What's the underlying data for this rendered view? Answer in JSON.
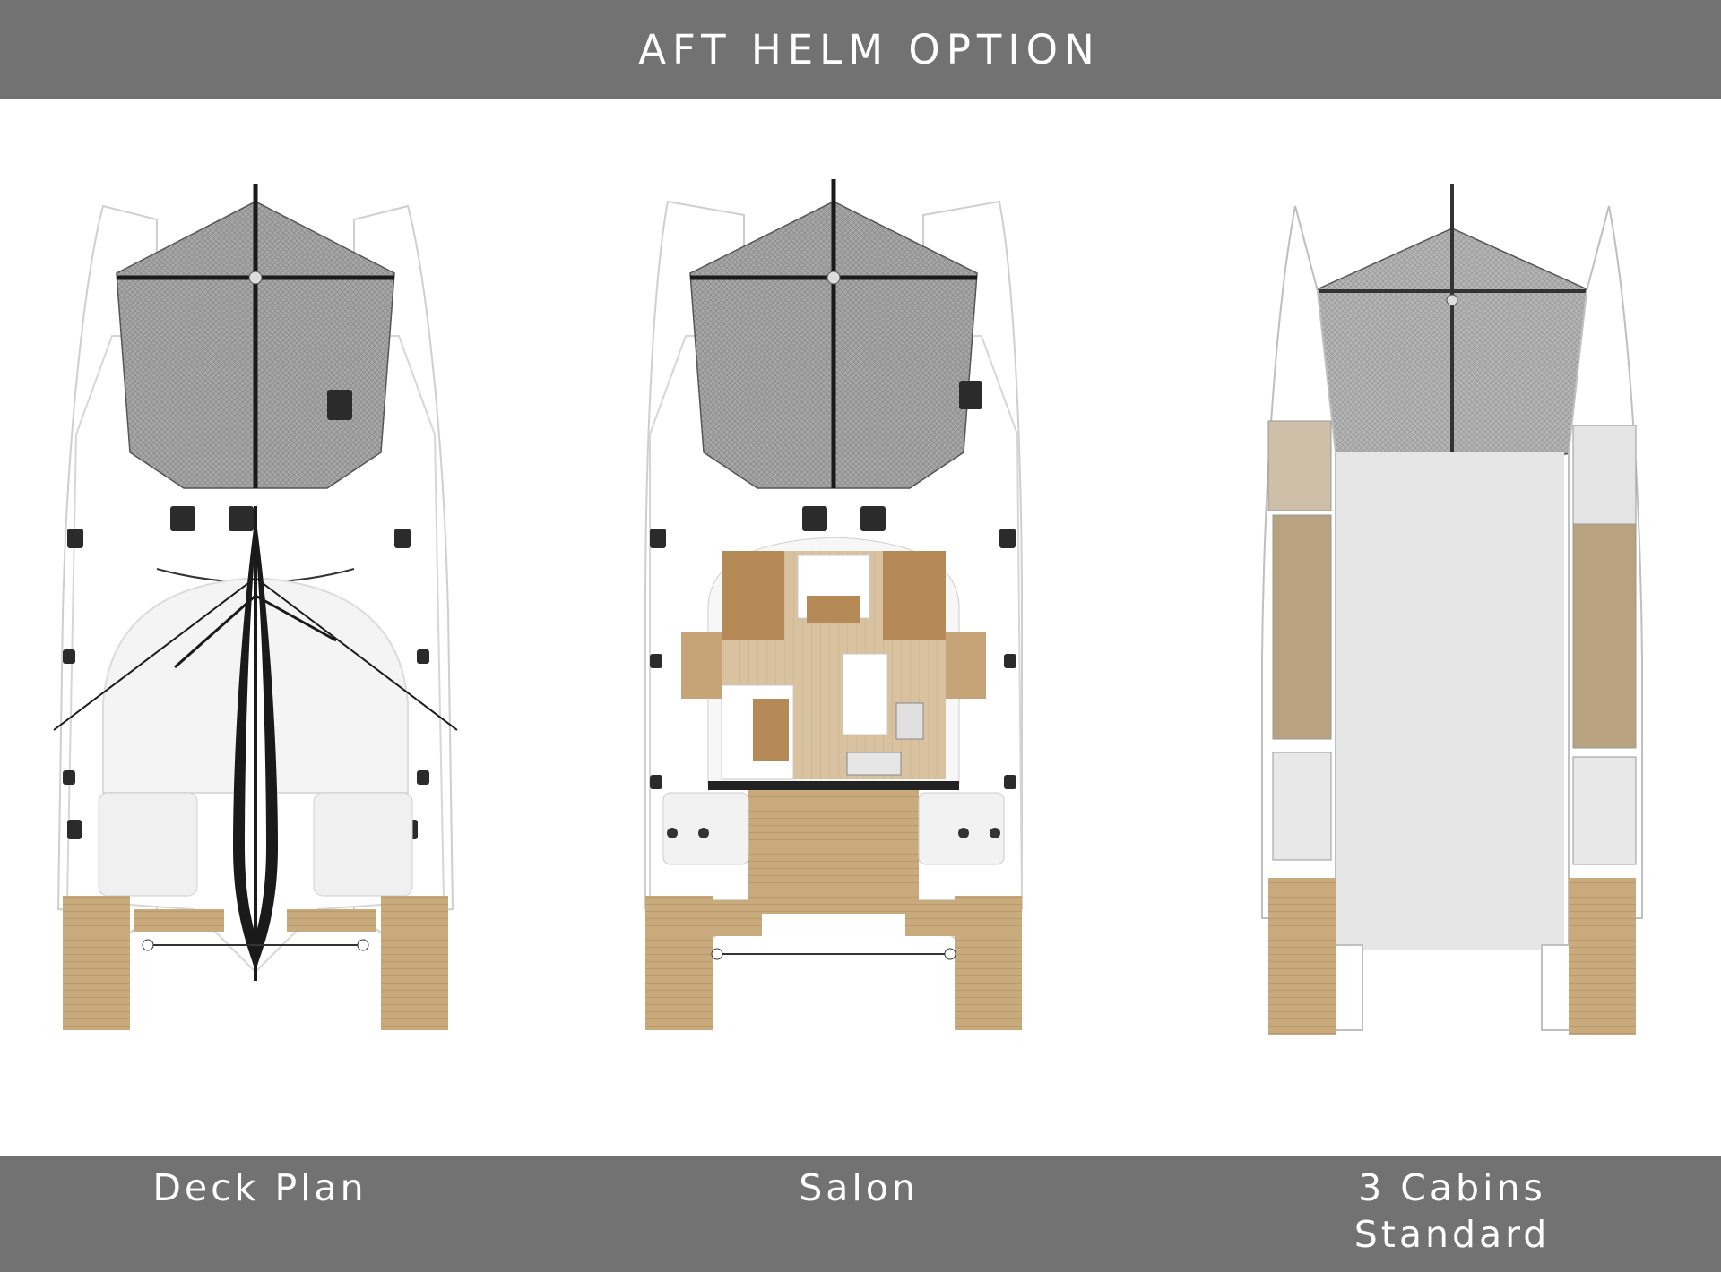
{
  "header": {
    "title": "AFT HELM OPTION"
  },
  "plans": [
    {
      "caption_lines": [
        "Deck Plan"
      ]
    },
    {
      "caption_lines": [
        "Salon"
      ]
    },
    {
      "caption_lines": [
        "3 Cabins",
        "Standard"
      ]
    }
  ],
  "colors": {
    "bar": "#727272",
    "hull": "#ffffff",
    "hull_shadow": "#d9d9d9",
    "net": "#9a9a9a",
    "teak": "#c9aa7c",
    "wood": "#b58a57",
    "floor": "#d8c2a0",
    "hatch": "#2b2b2b",
    "sail_black": "#1a1a1a"
  }
}
